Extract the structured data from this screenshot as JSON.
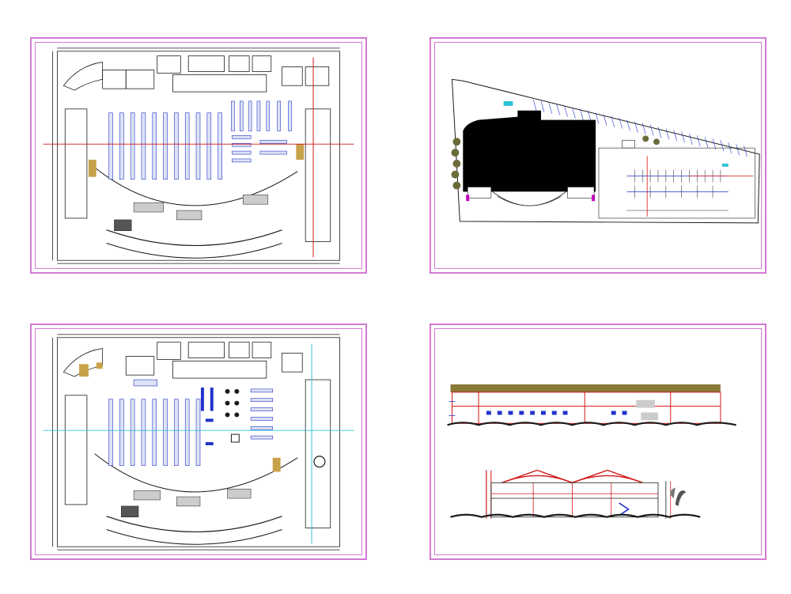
{
  "sheets": [
    {
      "id": "sheet-1",
      "content": "floor-plan-ground"
    },
    {
      "id": "sheet-2",
      "content": "site-plan"
    },
    {
      "id": "sheet-3",
      "content": "floor-plan-upper"
    },
    {
      "id": "sheet-4",
      "content": "elevations"
    }
  ],
  "colors": {
    "sheet_border": "#d27ad2",
    "line": "#1a1a1a",
    "red_axis": "#d21414",
    "cyan_axis": "#2ec4d6",
    "blue": "#2233cc",
    "magenta": "#c000c0",
    "roof_band": "#8a7a3a",
    "tree": "#6b6b3a"
  }
}
